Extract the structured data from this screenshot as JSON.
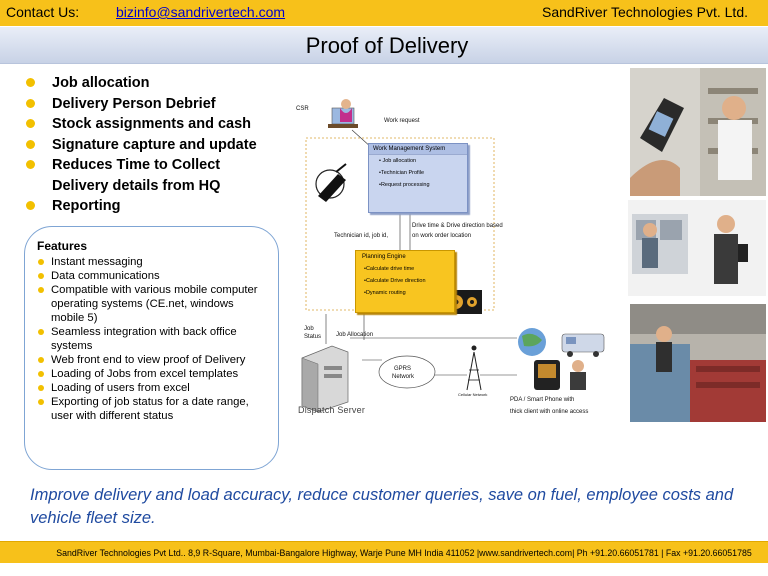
{
  "header": {
    "contact_label": "Contact Us:",
    "contact_email": "bizinfo@sandrivertech.com",
    "company": "SandRiver Technologies Pvt. Ltd."
  },
  "page": {
    "title": "Proof of Delivery"
  },
  "bullets": [
    "Job allocation",
    "Delivery Person Debrief",
    "Stock assignments and cash",
    "Signature capture and update",
    "Reduces Time to Collect",
    "Delivery details from HQ",
    "Reporting"
  ],
  "features": {
    "title": "Features",
    "items": [
      "Instant messaging",
      "Data communications",
      "Compatible with various mobile computer operating systems (CE.net, windows mobile 5)",
      "Seamless integration with back office systems",
      "Web front end to view proof of Delivery",
      "Loading of Jobs from excel templates",
      "Loading of users from excel",
      "Exporting of job status for a date range, user with different status"
    ]
  },
  "diagram": {
    "csr": "CSR",
    "work_request": "Work request",
    "wms_title": "Work Management System",
    "wms_items": [
      "Job allocation",
      "Technician Profile",
      "Request processing"
    ],
    "tech_id": "Technician id, job id,",
    "drive_time": "Drive time & Drive direction based",
    "on_work_order": "on work order   location",
    "planning_title": "Planning Engine",
    "planning_items": [
      "Calculate drive time",
      "Calculate Drive direction",
      "Dynamic routing"
    ],
    "job_status_1": "Job",
    "job_status_2": "Status",
    "job_allocation": "Job Allocation",
    "gprs_1": "GPRS",
    "gprs_2": "Network",
    "cellular": "Cellular Network",
    "pda_1": "PDA / Smart Phone with",
    "pda_2": "thick client with online access",
    "dispatch": "Dispatch Server"
  },
  "statement": "Improve delivery and load accuracy, reduce customer queries, save on fuel, employee costs and vehicle fleet size.",
  "footer": {
    "text": "SandRiver Technologies Pvt Ltd.. 8,9 R-Square, Mumbai-Bangalore Highway, Warje Pune MH India 411052 |www.sandrivertech.com| Ph +91.20.66051781 | Fax +91.20.66051785"
  },
  "colors": {
    "accent_yellow": "#f7c11a",
    "bullet_yellow": "#f2c000",
    "statement_blue": "#1f4aa0",
    "email_blue": "#0000cc"
  }
}
